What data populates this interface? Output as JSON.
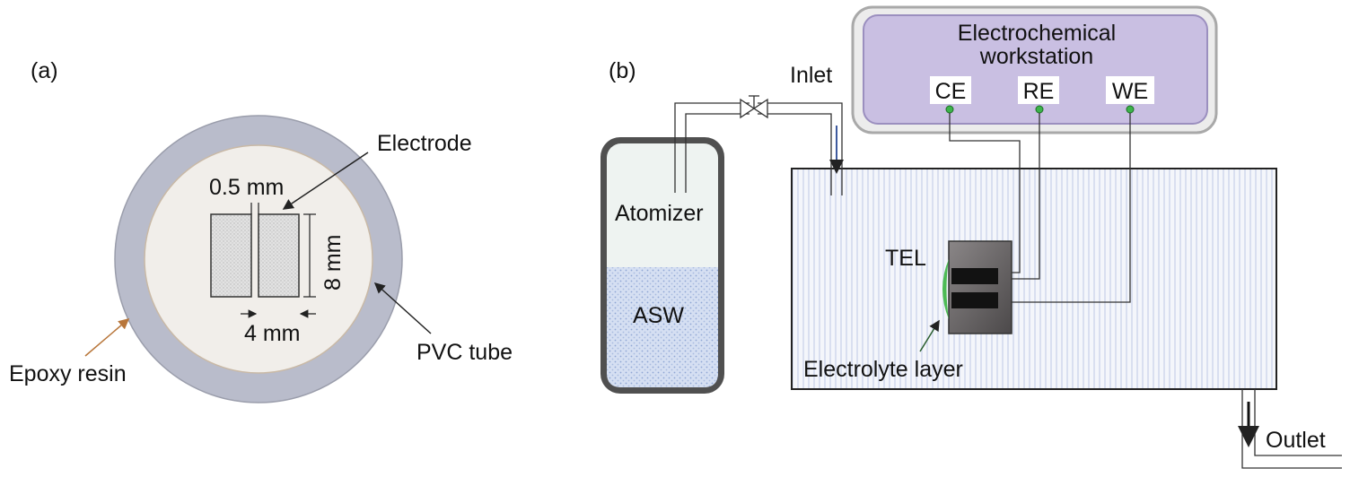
{
  "panel_a": {
    "panel_label": "(a)",
    "electrode_label": "Electrode",
    "gap_label": "0.5 mm",
    "height_label": "8 mm",
    "width_label": "4 mm",
    "outer_label": "PVC tube",
    "ring_label": "Epoxy resin"
  },
  "panel_b": {
    "panel_label": "(b)",
    "inlet_label": "Inlet",
    "outlet_label": "Outlet",
    "atomizer_label": "Atomizer",
    "solution_label": "ASW",
    "sample_label": "TEL",
    "layer_label": "Electrolyte layer",
    "workstation": {
      "title_line1": "Electrochemical",
      "title_line2": "workstation",
      "terminals": [
        "CE",
        "RE",
        "WE"
      ],
      "terminal_color": "#3cb34a"
    }
  },
  "colors": {
    "epoxy_ring": "#b9bccb",
    "inner_disc": "#f1eeea",
    "workstation_fill": "#c9bfe2",
    "workstation_border": "#bdbdbd",
    "electrolyte_layer": "#4dbb55",
    "water": "#c6d4ec",
    "chamber_stripes": "#d7deef"
  }
}
